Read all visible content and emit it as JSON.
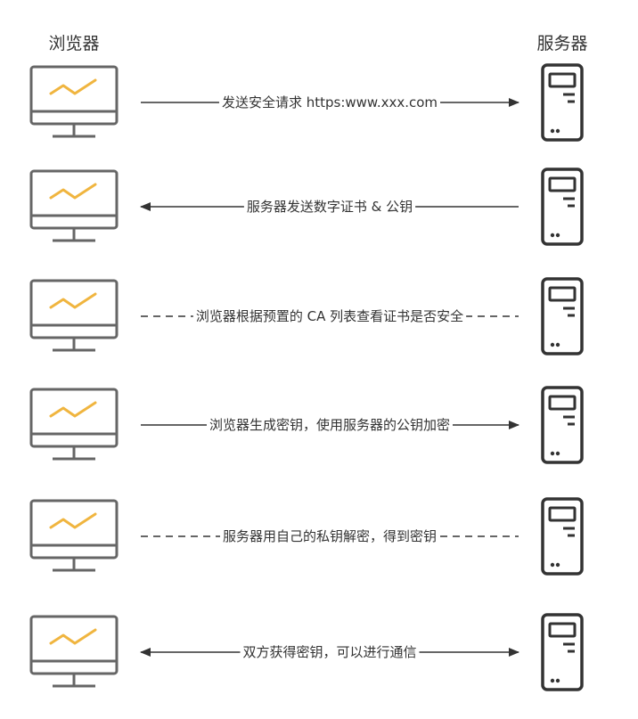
{
  "headers": {
    "browser": "浏览器",
    "server": "服务器"
  },
  "colors": {
    "line": "#333333",
    "device": "#666666",
    "chart": "#f0b53f",
    "server": "#333333"
  },
  "steps": [
    {
      "label": "发送安全请求 https:www.xxx.com",
      "direction": "to-server",
      "style": "solid"
    },
    {
      "label": "服务器发送数字证书 & 公钥",
      "direction": "to-browser",
      "style": "solid"
    },
    {
      "label": "浏览器根据预置的 CA 列表查看证书是否安全",
      "direction": "none",
      "style": "dashed"
    },
    {
      "label": "浏览器生成密钥，使用服务器的公钥加密",
      "direction": "to-server",
      "style": "solid"
    },
    {
      "label": "服务器用自己的私钥解密，得到密钥",
      "direction": "none",
      "style": "dashed"
    },
    {
      "label": "双方获得密钥，可以进行通信",
      "direction": "both",
      "style": "solid"
    }
  ]
}
